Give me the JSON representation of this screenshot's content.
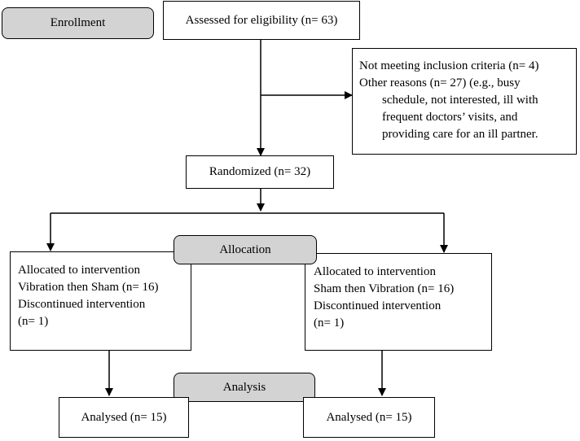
{
  "stages": {
    "enrollment": "Enrollment",
    "allocation": "Allocation",
    "analysis": "Analysis"
  },
  "eligibility": "Assessed for eligibility (n= 63)",
  "excluded": {
    "line1": "Not meeting inclusion criteria (n= 4)",
    "line2": "Other reasons (n= 27) (e.g., busy",
    "line3": "schedule, not interested, ill with",
    "line4": "frequent doctors’ visits, and",
    "line5": "providing care for an ill partner."
  },
  "randomized": "Randomized (n= 32)",
  "arm_left": {
    "line1": "Allocated to intervention",
    "line2": "Vibration then Sham (n= 16)",
    "line3": "Discontinued intervention",
    "line4": "(n= 1)",
    "analysed": "Analysed (n= 15)"
  },
  "arm_right": {
    "line1": "Allocated to intervention",
    "line2": "Sham then Vibration (n= 16)",
    "line3": "Discontinued intervention",
    "line4": "(n= 1)",
    "analysed": "Analysed (n= 15)"
  }
}
